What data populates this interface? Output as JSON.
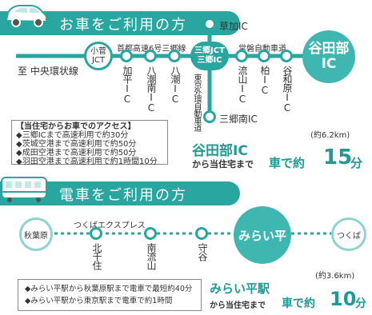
{
  "car_section": {
    "title": "お車をご利用の方",
    "origin": "至 中央環状線",
    "jct_kosuge": "小菅\nJCT",
    "route_label": "首都高速6号三郷線",
    "exits_route6": [
      "加平IC",
      "八潮南IC",
      "八潮IC"
    ],
    "jct_misato": "三郷JCT\n三郷IC",
    "gaikan_label": "東京外環自動車道",
    "north_exit": "草加IC",
    "south_exit": "三郷南IC",
    "joban_label": "常磐自動車道",
    "exits_joban": [
      "流山IC",
      "柏IC",
      "谷和原IC"
    ],
    "destination": "谷田部\nIC",
    "access_box": {
      "heading": "【当住宅からお車でのアクセス】",
      "items": [
        "◆三郷ICまで高速利用で約30分",
        "◆茨城空港まで高速利用で約50分",
        "◆成田空港まで高速利用で約50分",
        "◆羽田空港まで高速利用で約1時間10分"
      ]
    },
    "summary": {
      "place": "谷田部IC",
      "to_home": "から当住宅まで",
      "mode": "車で約",
      "value": "15",
      "unit": "分",
      "distance": "(約6.2km)"
    }
  },
  "train_section": {
    "title": "電車をご利用の方",
    "line_name": "つくばエクスプレス",
    "stations": [
      "秋葉原",
      "北千住",
      "南流山",
      "守谷",
      "みらい平",
      "つくば"
    ],
    "access_box": {
      "items": [
        "◆みらい平駅から秋葉原駅まで電車で最短約40分",
        "◆みらい平駅から東京駅まで電車で約1時間"
      ]
    },
    "summary": {
      "place": "みらい平駅",
      "to_home": "から当住宅まで",
      "mode": "車で約",
      "value": "10",
      "unit": "分",
      "distance": "(約3.6km)"
    }
  },
  "colors": {
    "teal": "#2aa6a0",
    "light_teal": "#8fd3cf",
    "big_circle": "#3fb7b0"
  }
}
